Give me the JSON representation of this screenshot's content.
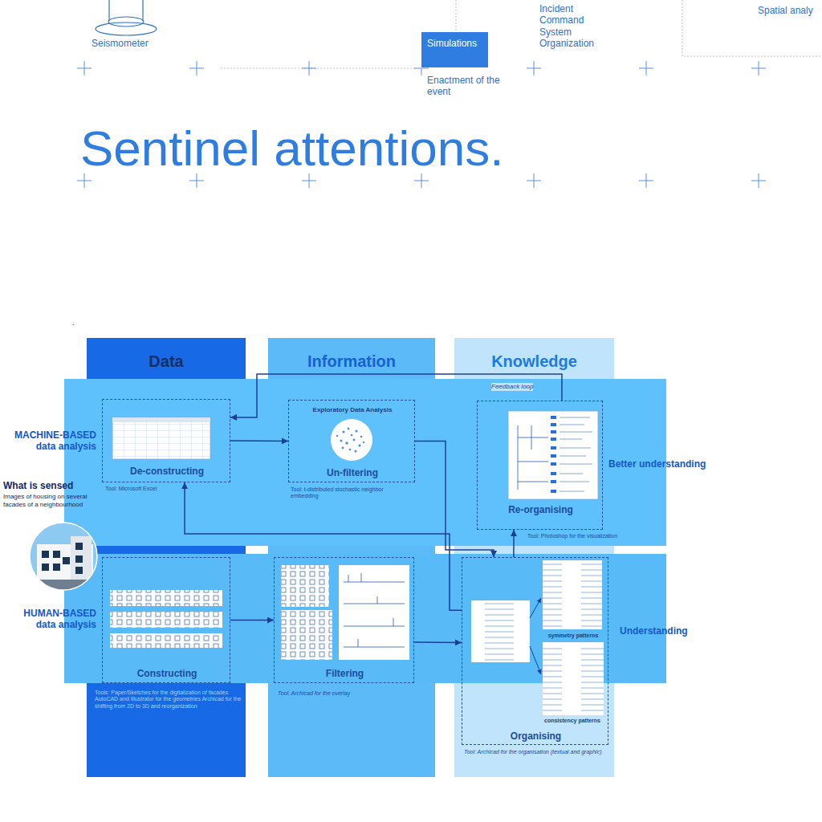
{
  "diagram": {
    "title": "Sentinel attentions.",
    "nodes": [
      {
        "text": [
          "Simulations"
        ]
      },
      {
        "text": [
          "Data"
        ]
      },
      {
        "text": [
          "Information"
        ]
      },
      {
        "text": [
          "Knowledge"
        ]
      },
      {
        "text": [
          "MACHINE-BASED data analysis",
          "Better understanding"
        ]
      },
      {
        "text": [
          "De-constructing",
          "Tool: Microsoft Excel"
        ],
        "in": 4
      },
      {
        "text": [
          "Exploratory Data Analysis",
          "Un-filtering",
          "Tool: t-distributed stochastic neighbor embedding"
        ],
        "in": 4
      },
      {
        "text": [
          "Re-organising",
          "Tool: Photoshop for the visualization"
        ],
        "in": 4
      },
      {
        "text": [
          "HUMAN-BASED data analysis",
          "Understanding"
        ]
      },
      {
        "text": [
          "Constructing",
          "Tools: Paper/Sketches for the digitalization of facades AutoCAD and Illustrator for the geometries Archicad for the shifting from 2D to 3D and reorganization"
        ],
        "in": 8
      },
      {
        "text": [
          "Filtering",
          "Tool: Archicad for the overlay"
        ],
        "in": 8
      },
      {
        "text": [
          "symmetry patterns",
          "consistency patterns",
          "Organising",
          "Tool: Archicad for the organisation (textual and graphic)"
        ],
        "in": 8
      },
      {
        "text": [
          "What is sensed",
          "Images of housing on several facades of a neighbourhood"
        ]
      }
    ],
    "edges": [
      {
        "from": 5,
        "to": 6,
        "arrow": "to"
      },
      {
        "from": 6,
        "to": 11,
        "arrow": "to"
      },
      {
        "from": 11,
        "to": 7,
        "arrow": "to"
      },
      {
        "from": 7,
        "to": 5,
        "label": "Feedback loop",
        "arrow": "to"
      },
      {
        "from": 11,
        "to": 5,
        "arrow": "to"
      },
      {
        "from": 9,
        "to": 10,
        "arrow": "to"
      },
      {
        "from": 10,
        "to": 11,
        "arrow": "to"
      }
    ],
    "labels": [
      "Seismometer",
      "Enactment of the event",
      "Incident Command System Organization",
      "Spatial analy",
      "."
    ]
  }
}
